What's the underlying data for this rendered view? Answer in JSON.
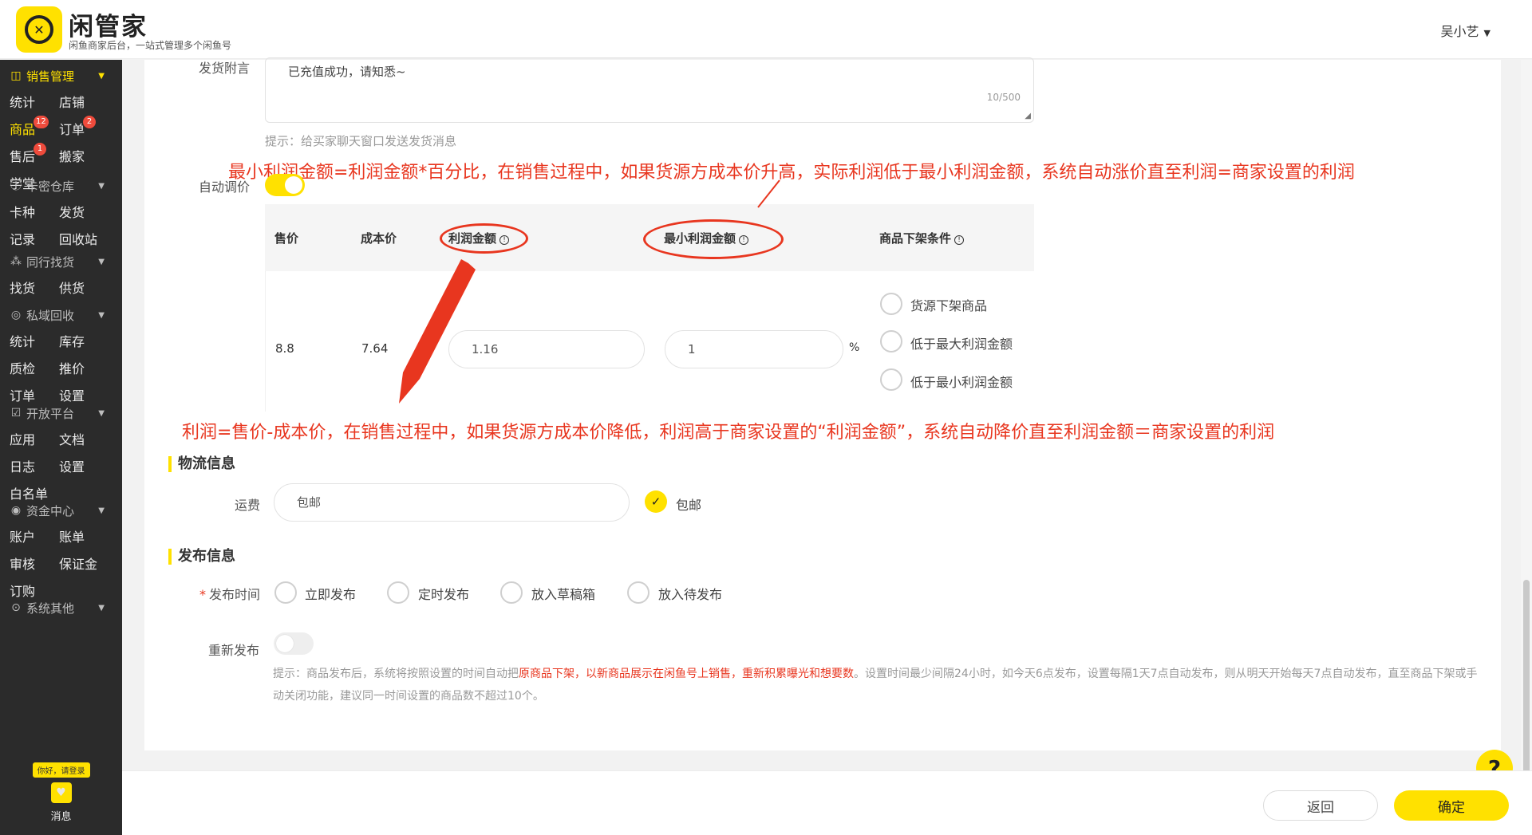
{
  "header": {
    "brand": "闲管家",
    "brand_sub": "闲鱼商家后台，一站式管理多个闲鱼号",
    "user_name": "吴小艺"
  },
  "sidebar": {
    "sections": [
      {
        "title": "销售管理",
        "icon": "shopping-bag-icon",
        "items": [
          {
            "label": "统计"
          },
          {
            "label": "店铺"
          },
          {
            "label": "商品",
            "badge": "12"
          },
          {
            "label": "订单",
            "badge": "2"
          },
          {
            "label": "售后",
            "badge": "1"
          },
          {
            "label": "搬家"
          },
          {
            "label": "学堂"
          }
        ]
      },
      {
        "title": "卡密仓库",
        "icon": "info-circle-icon",
        "items": [
          {
            "label": "卡种"
          },
          {
            "label": "发货"
          },
          {
            "label": "记录"
          },
          {
            "label": "回收站"
          }
        ]
      },
      {
        "title": "同行找货",
        "icon": "network-icon",
        "items": [
          {
            "label": "找货"
          },
          {
            "label": "供货"
          }
        ]
      },
      {
        "title": "私域回收",
        "icon": "target-icon",
        "items": [
          {
            "label": "统计"
          },
          {
            "label": "库存"
          },
          {
            "label": "质检"
          },
          {
            "label": "推价"
          },
          {
            "label": "订单"
          },
          {
            "label": "设置"
          }
        ]
      },
      {
        "title": "开放平台",
        "icon": "check-square-icon",
        "items": [
          {
            "label": "应用"
          },
          {
            "label": "文档"
          },
          {
            "label": "日志"
          },
          {
            "label": "设置"
          },
          {
            "label": "白名单"
          }
        ]
      },
      {
        "title": "资金中心",
        "icon": "coin-icon",
        "items": [
          {
            "label": "账户"
          },
          {
            "label": "账单"
          },
          {
            "label": "审核"
          },
          {
            "label": "保证金"
          },
          {
            "label": "订购"
          }
        ]
      },
      {
        "title": "系统其他",
        "icon": "settings-circle-icon",
        "items": []
      }
    ],
    "hello_tag": "你好，请登录",
    "message_label": "消息"
  },
  "form": {
    "delivery_note_label": "发货附言",
    "delivery_note_value": "已充值成功，请知悉~",
    "delivery_note_count": "10/500",
    "delivery_hint": "提示：给买家聊天窗口发送发货消息",
    "auto_price_label": "自动调价",
    "table_headers": {
      "price": "售价",
      "cost": "成本价",
      "profit": "利润金额",
      "min_profit": "最小利润金额",
      "delist": "商品下架条件"
    },
    "row": {
      "price": "8.8",
      "cost": "7.64",
      "profit": "1.16",
      "min_profit": "1",
      "percent_unit": "%"
    },
    "delist_options": [
      "货源下架商品",
      "低于最大利润金额",
      "低于最小利润金额"
    ],
    "logistics_title": "物流信息",
    "freight_label": "运费",
    "freight_value": "包邮",
    "free_shipping_label": "包邮",
    "publish_title": "发布信息",
    "publish_time_label": "发布时间",
    "publish_options": [
      "立即发布",
      "定时发布",
      "放入草稿箱",
      "放入待发布"
    ],
    "republish_label": "重新发布",
    "republish_hint_1": "提示：商品发布后，系统将按照设置的时间自动把",
    "republish_hint_emph": "原商品下架，以新商品展示在闲鱼号上销售，重新积累曝光和想要数",
    "republish_hint_2": "。设置时间最少间隔24小时，如今天6点发布，设置每隔1天7点自动发布，则从明天开始每天7点自动发布，直至商品下架或手动关闭功能，建议同一时间设置的商品数不超过10个。"
  },
  "annotations": {
    "top_note": "最小利润金额=利润金额*百分比，在销售过程中，如果货源方成本价升高，实际利润低于最小利润金额，系统自动涨价直至利润=商家设置的利润",
    "bottom_note": "利润=售价-成本价，在销售过程中，如果货源方成本价降低，利润高于商家设置的“利润金额”，系统自动降价直至利润金额＝商家设置的利润"
  },
  "footer": {
    "back_label": "返回",
    "confirm_label": "确定"
  },
  "help_label": "?",
  "colors": {
    "brand_yellow": "#ffe100",
    "annotation_red": "#e8361f",
    "sidebar_bg": "#2b2b2b"
  }
}
